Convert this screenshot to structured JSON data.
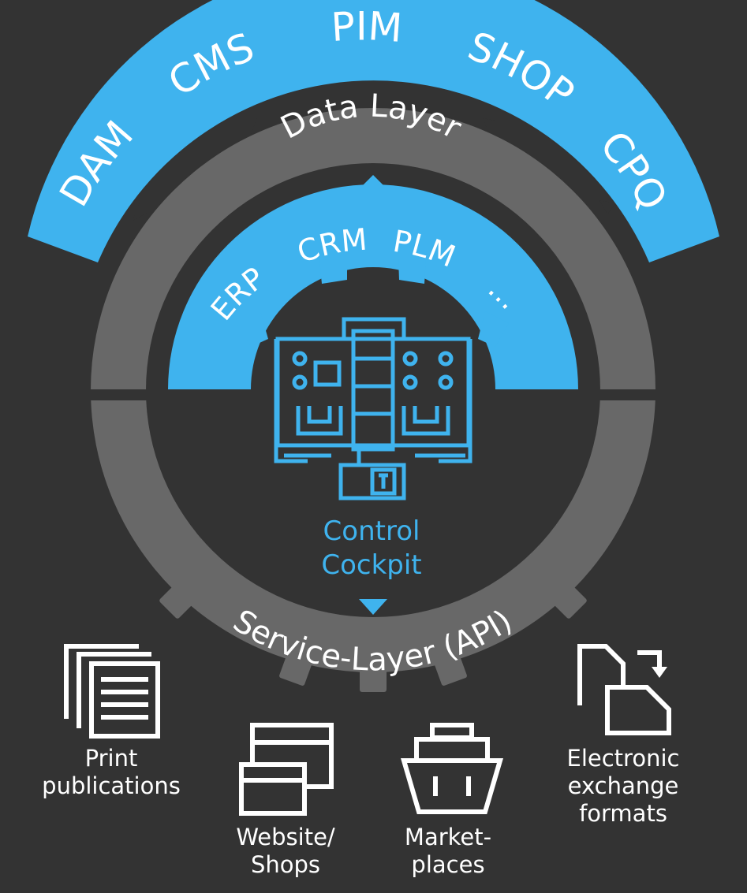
{
  "outer_ring": {
    "labels": [
      "DAM",
      "CMS",
      "PIM",
      "SHOP",
      "CPQ"
    ],
    "color": "#3fb3ee"
  },
  "data_layer": {
    "label": "Data Layer",
    "color": "#686868"
  },
  "inner_ring": {
    "labels": [
      "ERP",
      "CRM",
      "PLM",
      "..."
    ],
    "color": "#3fb3ee"
  },
  "cockpit": {
    "line1": "Control",
    "line2": "Cockpit",
    "icon": "control-panel-icon"
  },
  "service_layer": {
    "label": "Service-Layer (API)",
    "color": "#686868"
  },
  "outputs": [
    {
      "icon": "documents-icon",
      "line1": "Print",
      "line2": "publications"
    },
    {
      "icon": "browser-windows-icon",
      "line1": "Website/",
      "line2": "Shops"
    },
    {
      "icon": "basket-icon",
      "line1": "Market-",
      "line2": "places"
    },
    {
      "icon": "file-exchange-icon",
      "line1": "Electronic",
      "line2": "exchange",
      "line3": "formats"
    }
  ],
  "background": "#333333"
}
